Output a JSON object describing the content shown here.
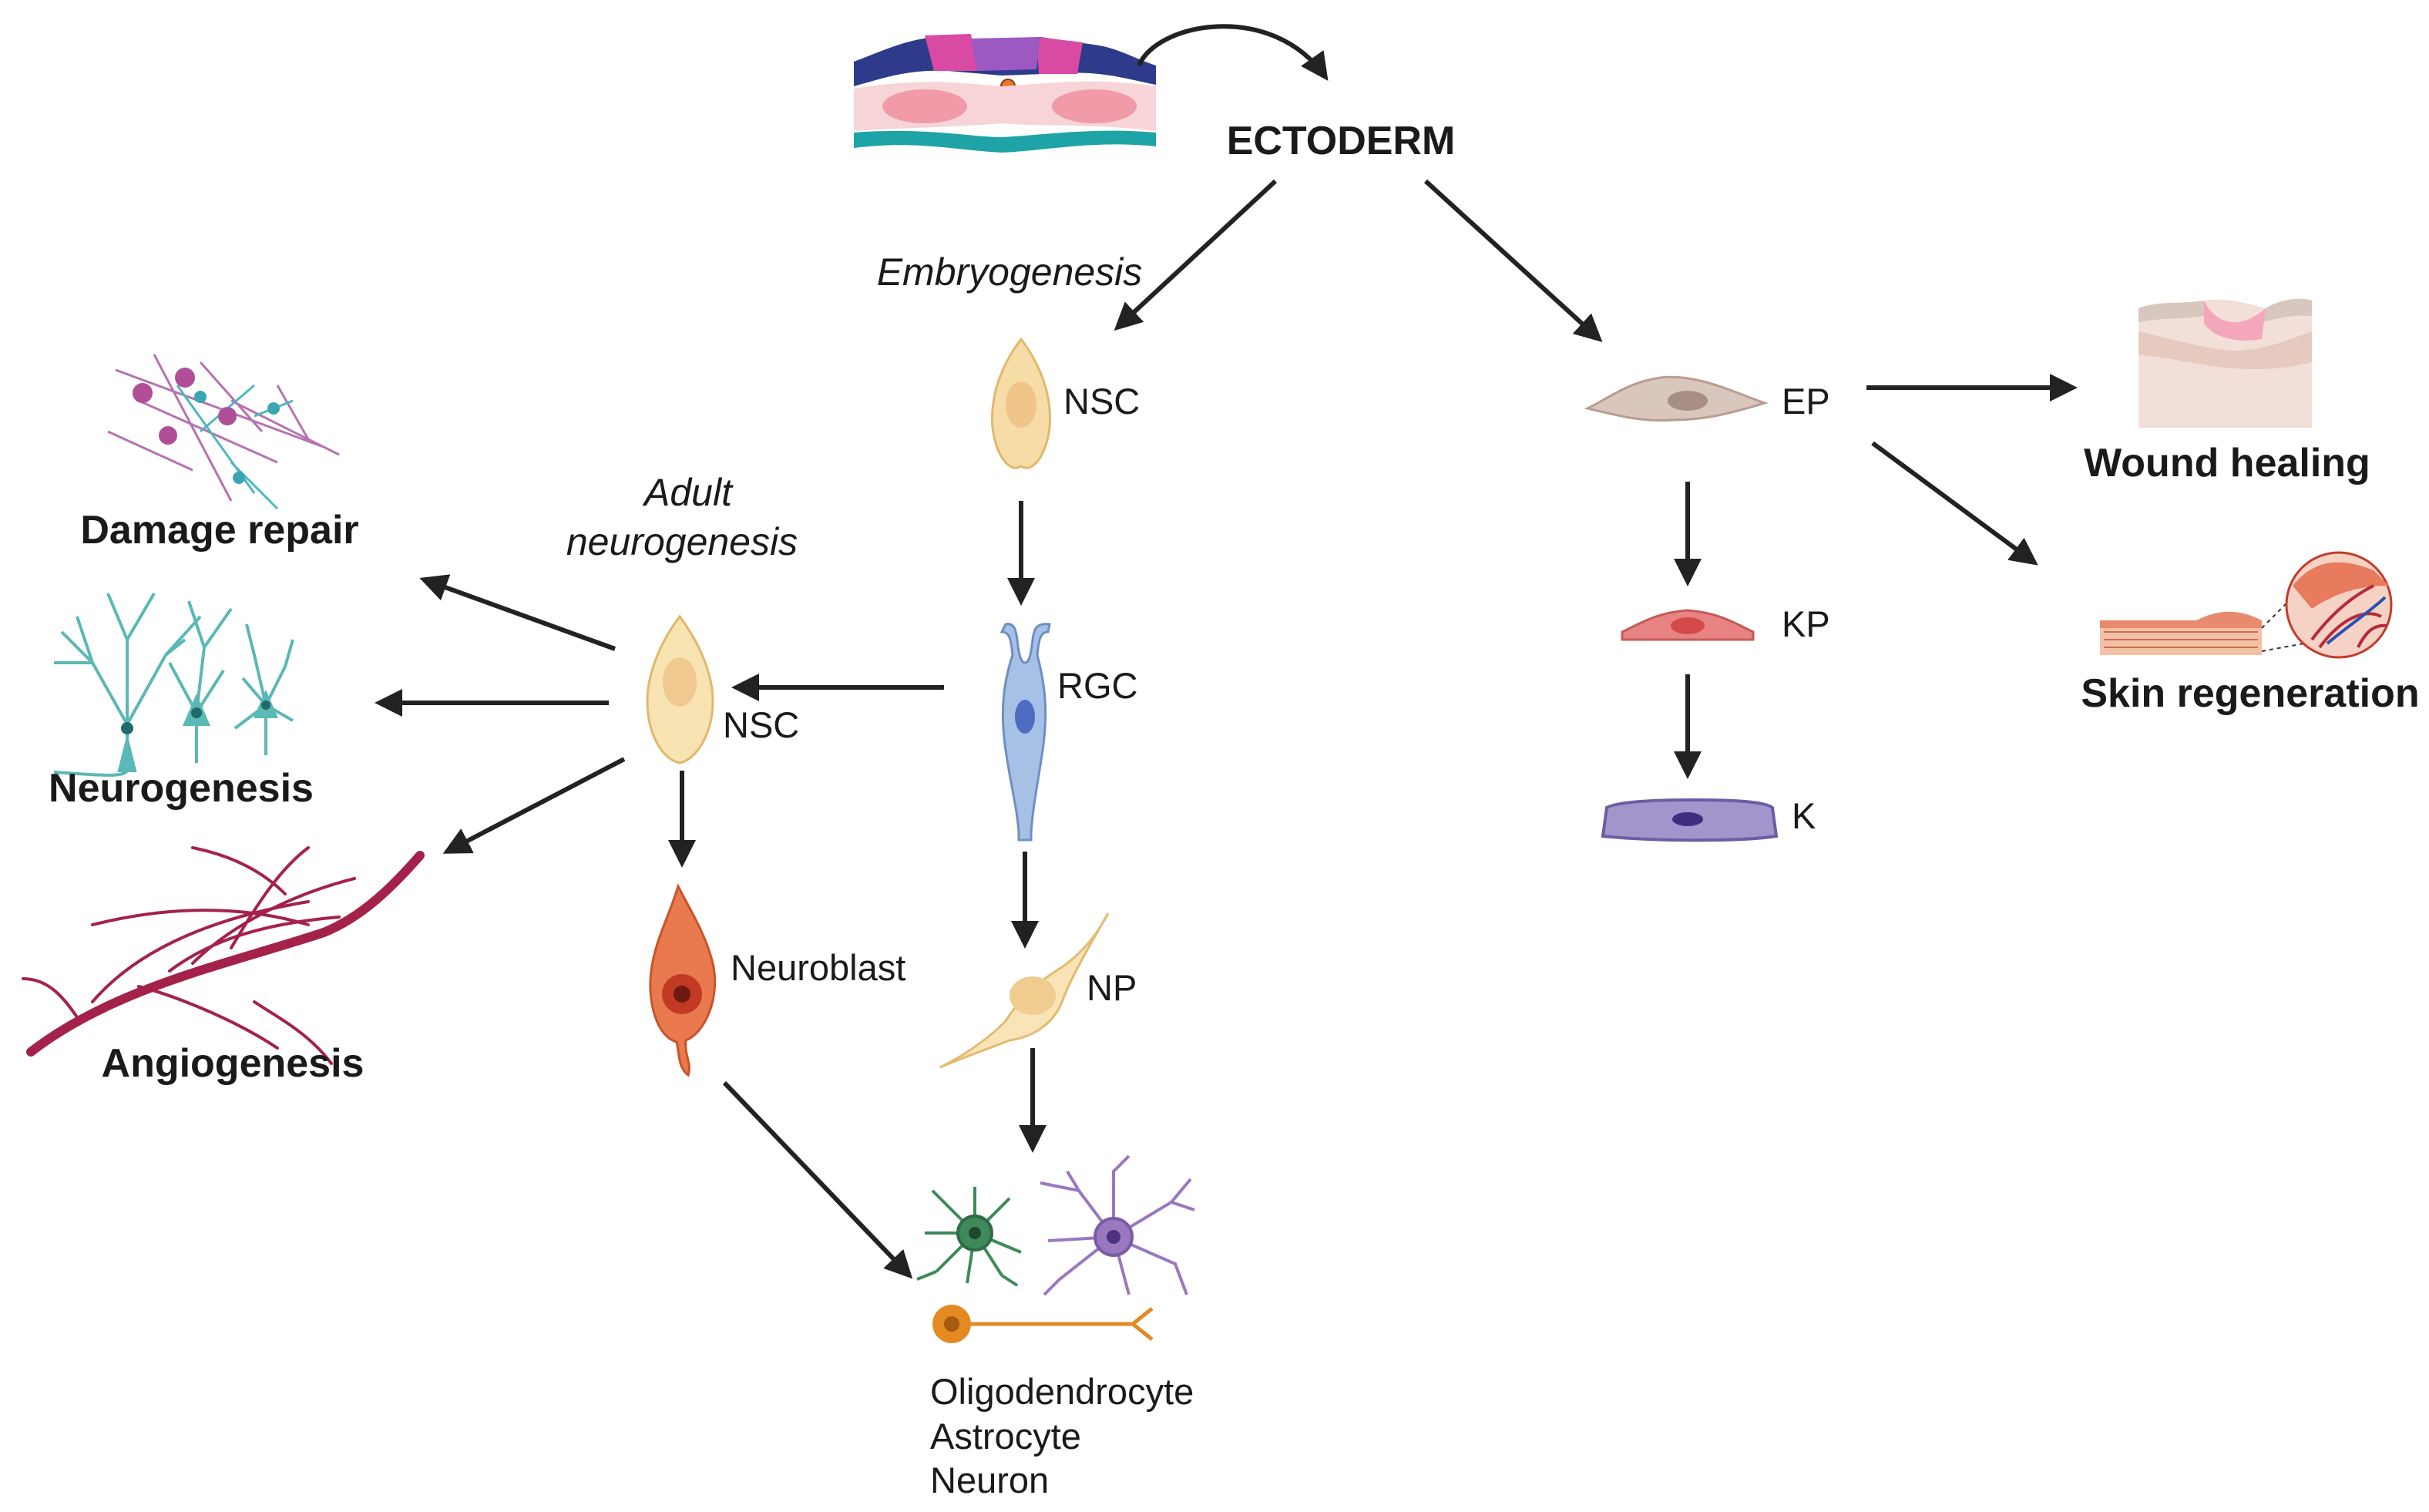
{
  "title": "ECTODERM",
  "process_labels": {
    "embryogenesis": "Embryogenesis",
    "adult_line1": "Adult",
    "adult_line2": "neurogenesis"
  },
  "cells": {
    "nsc_embryo": "NSC",
    "rgc": "RGC",
    "np": "NP",
    "nsc_adult": "NSC",
    "neuroblast": "Neuroblast",
    "ep": "EP",
    "kp": "KP",
    "k": "K"
  },
  "outcomes": {
    "damage_repair": "Damage repair",
    "neurogenesis": "Neurogenesis",
    "angiogenesis": "Angiogenesis",
    "wound_healing": "Wound healing",
    "skin_regeneration": "Skin regeneration"
  },
  "final_cells": [
    "Oligodendrocyte",
    "Astrocyte",
    "Neuron"
  ],
  "colors": {
    "nsc": "#f6dca6",
    "rgc": "#a7c1e6",
    "neuroblast": "#e87a4d",
    "ep": "#d9c6bd",
    "kp": "#e78383",
    "k": "#a394cc",
    "vessel": "#a4224a",
    "oligodendrocyte": "#3f8a5a",
    "astrocyte": "#9a78c0",
    "neuron": "#e48a24"
  },
  "icons": [
    "ectoderm-layer-icon",
    "damage-repair-neurons-icon",
    "neurogenesis-neurons-icon",
    "angiogenesis-vessels-icon",
    "wound-healing-skin-icon",
    "skin-regeneration-skin-icon"
  ]
}
